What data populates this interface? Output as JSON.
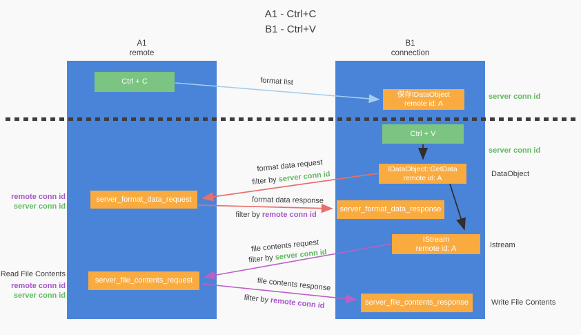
{
  "title": {
    "line1": "A1 - Ctrl+C",
    "line2": "B1 - Ctrl+V"
  },
  "lanes": {
    "left": {
      "name": "A1",
      "role": "remote"
    },
    "right": {
      "name": "B1",
      "role": "connection"
    }
  },
  "nodes": {
    "ctrl_c": "Ctrl + C",
    "ctrl_v": "Ctrl + V",
    "save_idataobject": {
      "line1": "保存IDataObject",
      "line2": "remote id: A"
    },
    "getdata": {
      "line1": "IDataObject::GetData",
      "line2": "remote id: A"
    },
    "istream": {
      "line1": "IStream",
      "line2": "remote id: A"
    },
    "format_request": "server_format_data_request",
    "format_response": "server_format_data_response",
    "file_request": "server_file_contents_request",
    "file_response": "server_file_contents_response"
  },
  "edge_labels": {
    "format_list": "format list",
    "format_data_request": "format data request",
    "format_data_request_filter": {
      "prefix": "filter by ",
      "id": "server conn id"
    },
    "format_data_response": "format data response",
    "format_data_response_filter": {
      "prefix": "filter by ",
      "id": "remote conn id"
    },
    "file_contents_request": "file contents request",
    "file_contents_request_filter": {
      "prefix": "filter by ",
      "id": "server conn id"
    },
    "file_contents_response": "file contents response",
    "file_contents_response_filter": {
      "prefix": "filter by ",
      "id": "remote conn id"
    }
  },
  "annotations": {
    "right": {
      "server_conn_id_top": "server conn id",
      "server_conn_id_mid": "server conn id",
      "dataobject": "DataObject",
      "istream": "Istream",
      "write_file_contents": "Write File Contents"
    },
    "left": {
      "remote_conn_id_top": "remote conn id",
      "server_conn_id_top": "server conn id",
      "read_file_contents": "Read File Contents",
      "remote_conn_id_bottom": "remote conn id",
      "server_conn_id_bottom": "server conn id"
    }
  },
  "colors": {
    "background": "#f9f9f9",
    "lane_blue": "#4a84d8",
    "node_green": "#7cc481",
    "node_orange": "#f9ab40",
    "server_conn_green": "#61b961",
    "remote_conn_purple": "#a755c8",
    "arrow_red": "#e8706a",
    "arrow_purple": "#bd5fc6",
    "arrow_blue": "#a5cdec",
    "arrow_black": "#2f2f2f",
    "text_dark": "#3b3b3b"
  }
}
